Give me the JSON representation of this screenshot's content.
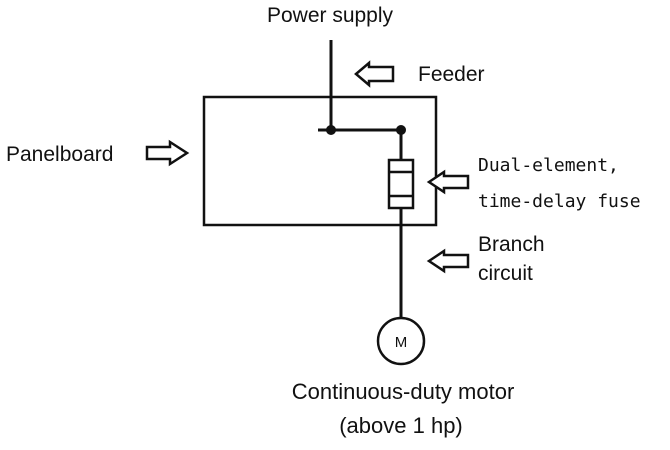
{
  "labels": {
    "power_supply": "Power supply",
    "feeder": "Feeder",
    "panelboard": "Panelboard",
    "fuse_line1": "Dual-element,",
    "fuse_line2": "time-delay fuse",
    "branch_line1": "Branch",
    "branch_line2": "circuit",
    "motor_symbol": "M",
    "motor_line1": "Continuous-duty motor",
    "motor_line2": "(above 1 hp)"
  },
  "colors": {
    "line": "#111111",
    "background": "#ffffff"
  },
  "icons": {
    "pointer": "hollow-arrow-icon"
  }
}
